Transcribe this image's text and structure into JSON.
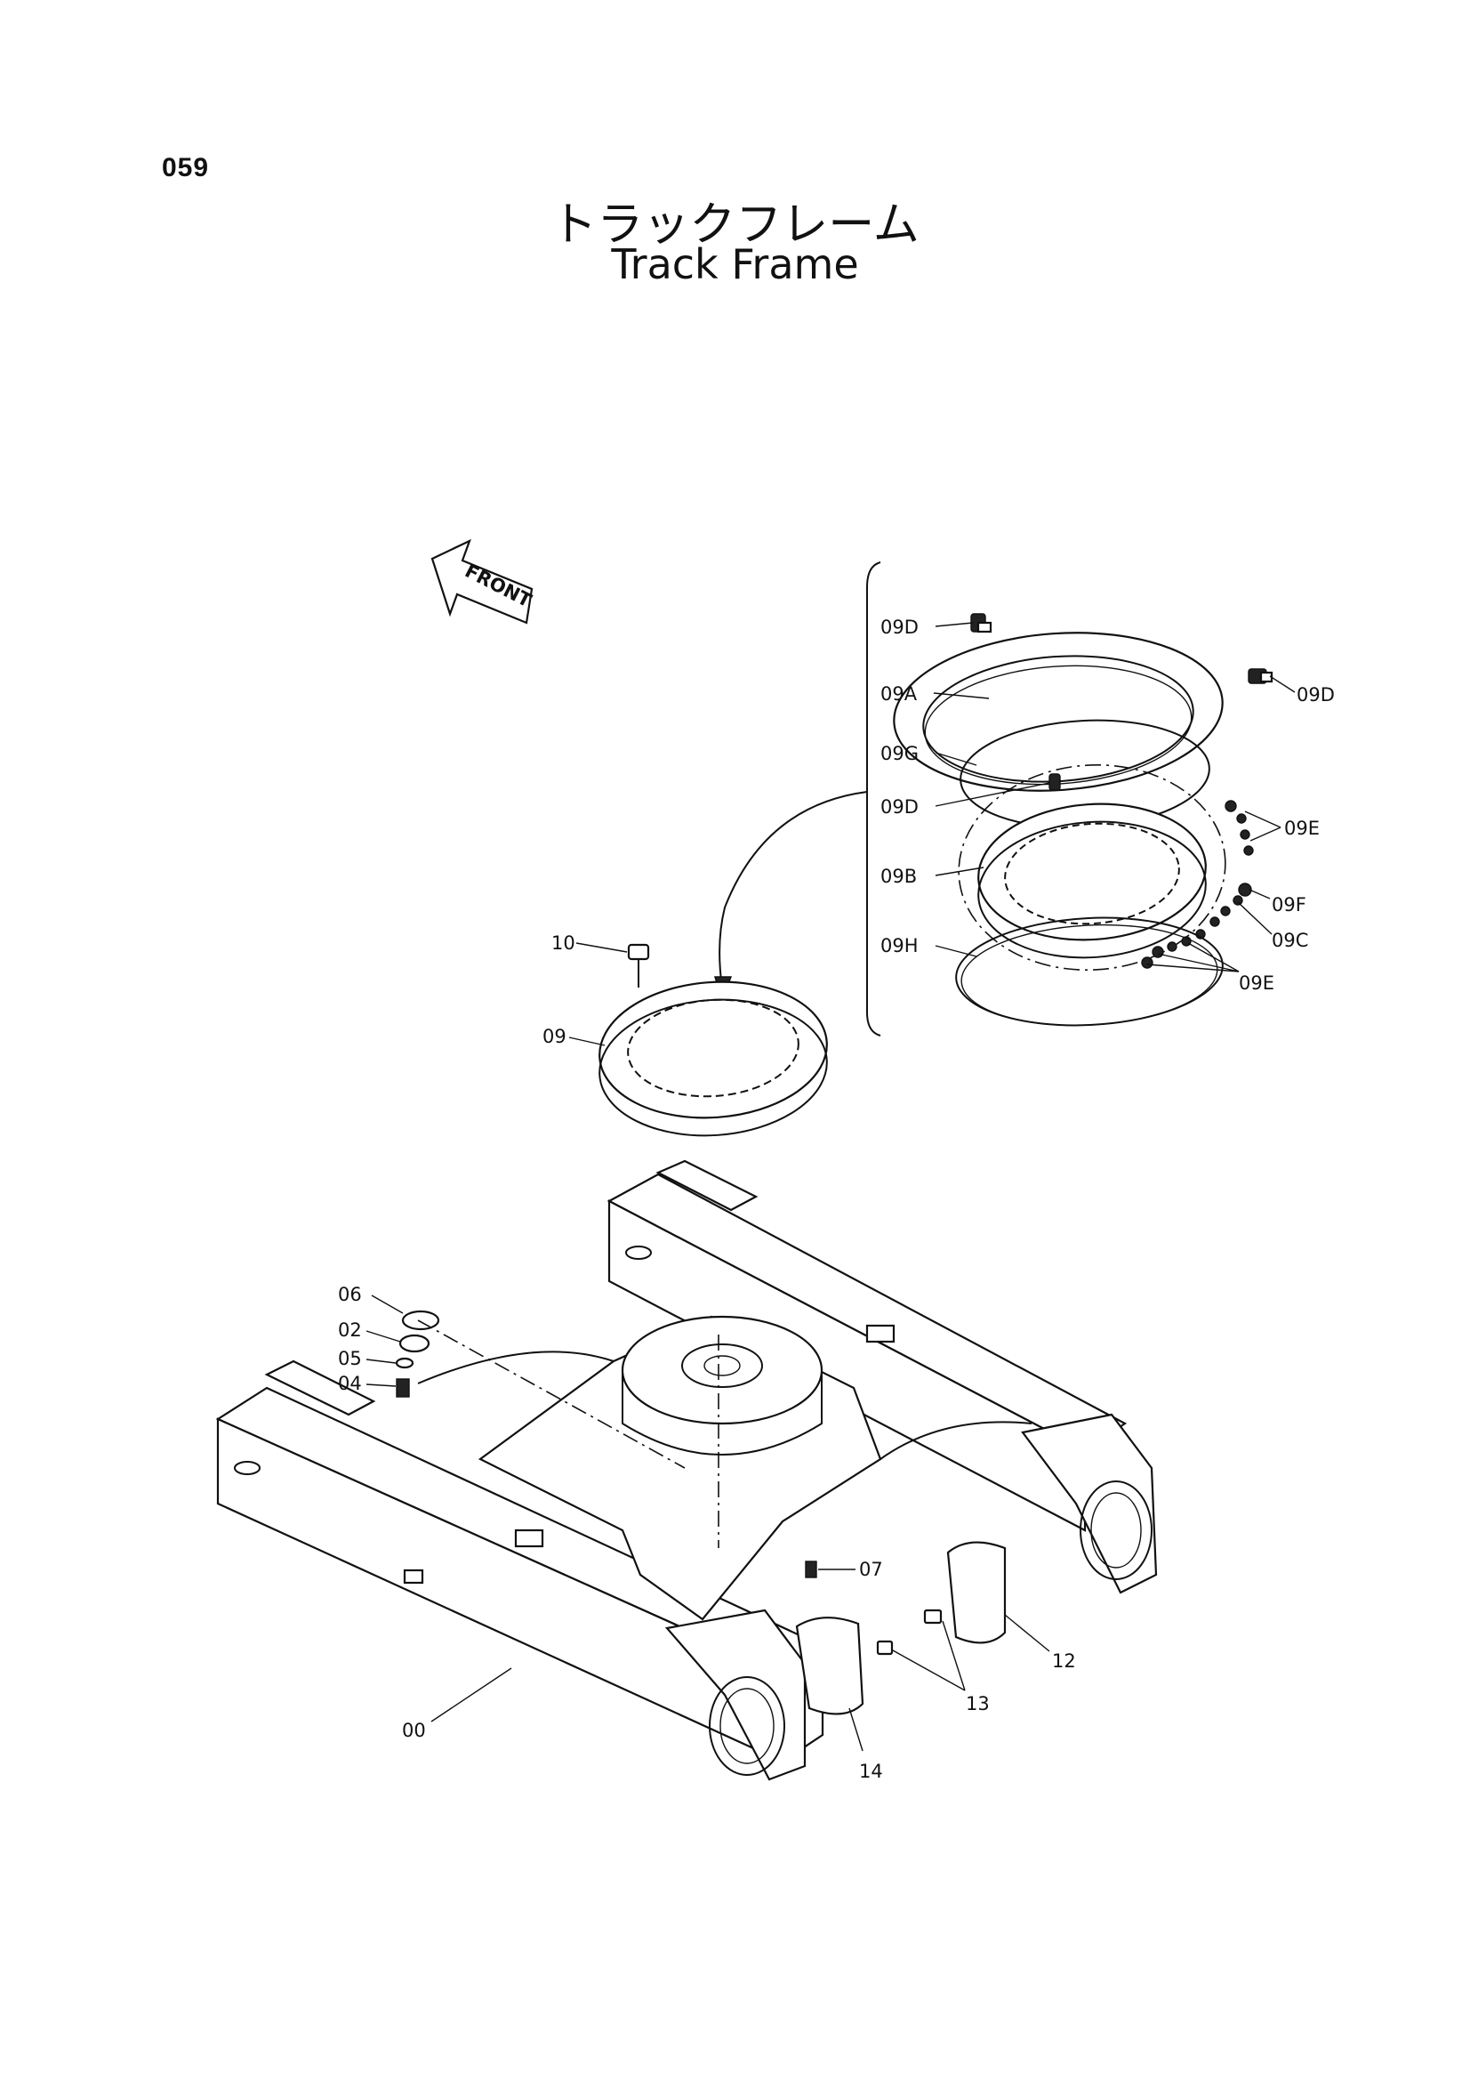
{
  "page_number": "059",
  "title_ja": "トラックフレーム",
  "title_en": "Track Frame",
  "front_label": "FRONT",
  "callouts": {
    "c09D_a": "09D",
    "c09D_b": "09D",
    "c09D_c": "09D",
    "c09A": "09A",
    "c09G": "09G",
    "c09B": "09B",
    "c09H": "09H",
    "c09E_a": "09E",
    "c09E_b": "09E",
    "c09F": "09F",
    "c09C": "09C",
    "c10": "10",
    "c09": "09",
    "c06": "06",
    "c02": "02",
    "c05": "05",
    "c04": "04",
    "c07": "07",
    "c12": "12",
    "c13": "13",
    "c14": "14",
    "c00": "00"
  },
  "colors": {
    "ink": "#111111",
    "paper": "#ffffff"
  }
}
